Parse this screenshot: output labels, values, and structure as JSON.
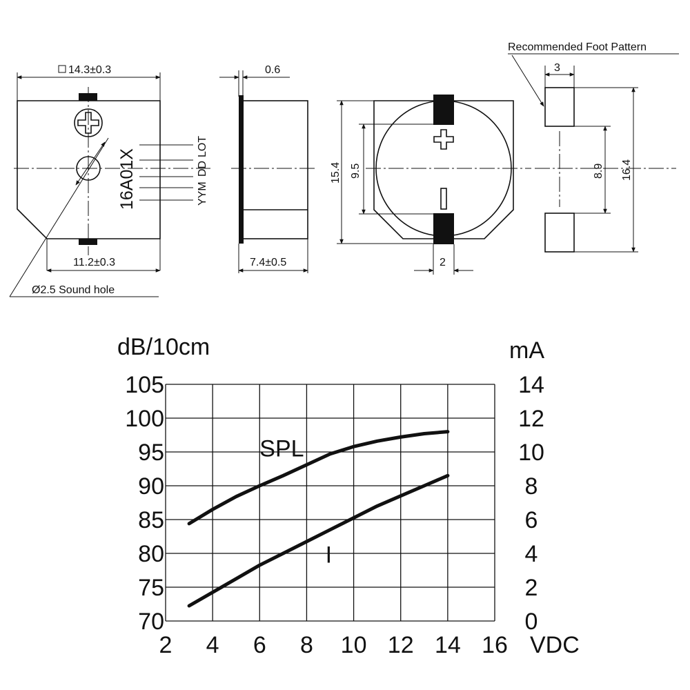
{
  "drawing": {
    "front": {
      "width_dim": "14.3±0.3",
      "bottom_dim": "11.2±0.3",
      "marking": "16A01X",
      "marking_fields": [
        "LOT",
        "DD",
        "YYM"
      ],
      "sound_hole": "Ø2.5 Sound hole"
    },
    "side": {
      "thickness_dim": "0.6",
      "depth_dim": "7.4±0.5"
    },
    "bottom": {
      "height_dim": "15.4",
      "pin_span_dim": "9.5",
      "pin_width_dim": "2",
      "plus_label": "+",
      "minus_label": "-"
    },
    "foot_pattern": {
      "title": "Recommended Foot Pattern",
      "pad_width_dim": "3",
      "gap_dim": "8.9",
      "total_dim": "16.4"
    }
  },
  "chart_data": {
    "type": "line",
    "x": [
      3,
      4,
      5,
      6,
      7,
      8,
      9,
      10,
      11,
      12,
      13,
      14
    ],
    "xlabel": "VDC",
    "ylabel": "dB/10cm",
    "y2label": "mA",
    "xlim": [
      2,
      16
    ],
    "ylim": [
      70,
      105
    ],
    "y2lim": [
      0,
      14
    ],
    "xticks": [
      2,
      4,
      6,
      8,
      10,
      12,
      14,
      16
    ],
    "yticks": [
      70,
      75,
      80,
      85,
      90,
      95,
      100,
      105
    ],
    "y2ticks": [
      0,
      2,
      4,
      6,
      8,
      10,
      12,
      14
    ],
    "grid": true,
    "series": [
      {
        "name": "SPL",
        "axis": "left",
        "values": [
          84.4,
          86.5,
          88.4,
          90.0,
          91.5,
          93.1,
          94.7,
          95.8,
          96.6,
          97.2,
          97.7,
          98.0
        ]
      },
      {
        "name": "I",
        "axis": "right",
        "values": [
          0.9,
          1.7,
          2.5,
          3.3,
          4.0,
          4.7,
          5.4,
          6.1,
          6.8,
          7.4,
          8.0,
          8.6
        ]
      }
    ]
  }
}
